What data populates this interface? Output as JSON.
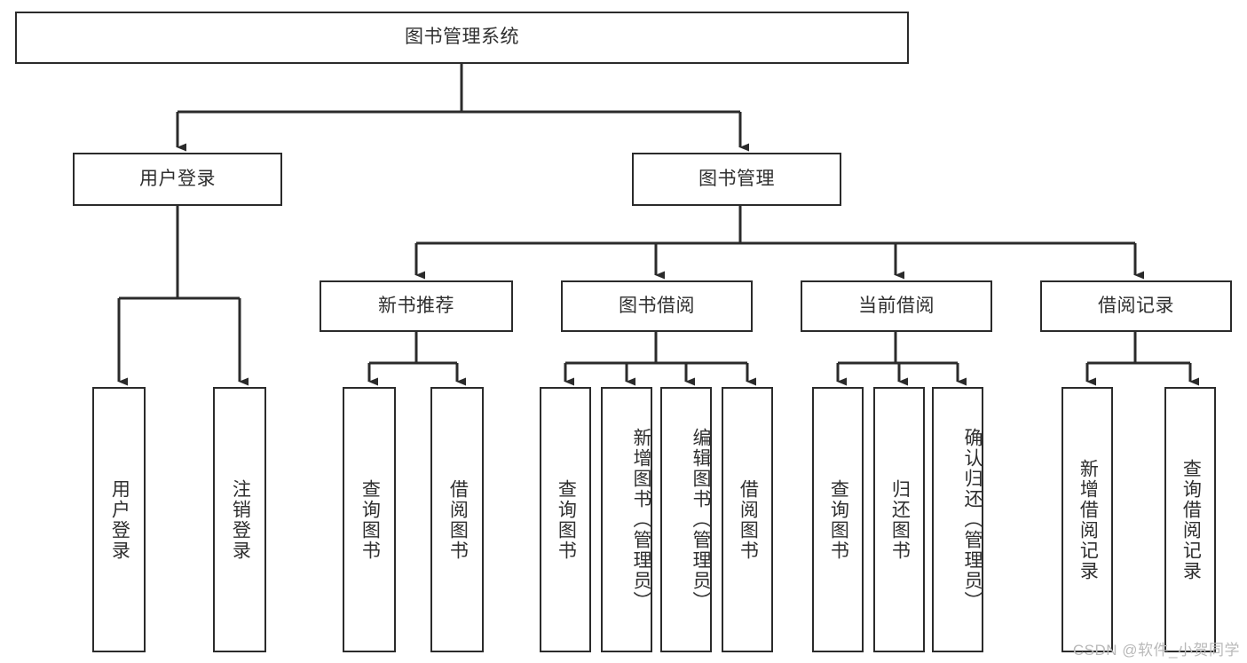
{
  "diagram": {
    "title": "图书管理系统",
    "type": "tree-hierarchy",
    "watermark": "CSDN @软件_小贺同学",
    "colors": {
      "background": "#ffffff",
      "box_border": "#2b2b2b",
      "box_fill": "#ffffff",
      "text": "#2f2f2f",
      "connector": "#2b2b2b",
      "watermark": "#b9b9b9"
    },
    "nodes": {
      "root": {
        "label": "图书管理系统",
        "orientation": "horizontal"
      },
      "level2": [
        {
          "id": "user-login",
          "label": "用户登录",
          "orientation": "horizontal"
        },
        {
          "id": "book-management",
          "label": "图书管理",
          "orientation": "horizontal"
        }
      ],
      "level3": [
        {
          "id": "new-book-recommend",
          "label": "新书推荐",
          "orientation": "horizontal"
        },
        {
          "id": "book-borrow",
          "label": "图书借阅",
          "orientation": "horizontal"
        },
        {
          "id": "current-borrow",
          "label": "当前借阅",
          "orientation": "horizontal"
        },
        {
          "id": "borrow-record",
          "label": "借阅记录",
          "orientation": "horizontal"
        }
      ],
      "leaves": [
        {
          "id": "leaf-user-login",
          "label": "用户登录",
          "parent": "user-login",
          "orientation": "vertical"
        },
        {
          "id": "leaf-logout",
          "label": "注销登录",
          "parent": "user-login",
          "orientation": "vertical"
        },
        {
          "id": "leaf-query-book-1",
          "label": "查询图书",
          "parent": "new-book-recommend",
          "orientation": "vertical"
        },
        {
          "id": "leaf-borrow-book-1",
          "label": "借阅图书",
          "parent": "new-book-recommend",
          "orientation": "vertical"
        },
        {
          "id": "leaf-query-book-2",
          "label": "查询图书",
          "parent": "book-borrow",
          "orientation": "vertical"
        },
        {
          "id": "leaf-add-book",
          "label": "新增图书（管理员）",
          "parent": "book-borrow",
          "orientation": "vertical"
        },
        {
          "id": "leaf-edit-book",
          "label": "编辑图书（管理员）",
          "parent": "book-borrow",
          "orientation": "vertical"
        },
        {
          "id": "leaf-borrow-book-2",
          "label": "借阅图书",
          "parent": "book-borrow",
          "orientation": "vertical"
        },
        {
          "id": "leaf-query-book-3",
          "label": "查询图书",
          "parent": "current-borrow",
          "orientation": "vertical"
        },
        {
          "id": "leaf-return-book",
          "label": "归还图书",
          "parent": "current-borrow",
          "orientation": "vertical"
        },
        {
          "id": "leaf-confirm-return",
          "label": "确认归还（管理员）",
          "parent": "current-borrow",
          "orientation": "vertical"
        },
        {
          "id": "leaf-add-record",
          "label": "新增借阅记录",
          "parent": "borrow-record",
          "orientation": "vertical"
        },
        {
          "id": "leaf-query-record",
          "label": "查询借阅记录",
          "parent": "borrow-record",
          "orientation": "vertical"
        }
      ]
    }
  }
}
